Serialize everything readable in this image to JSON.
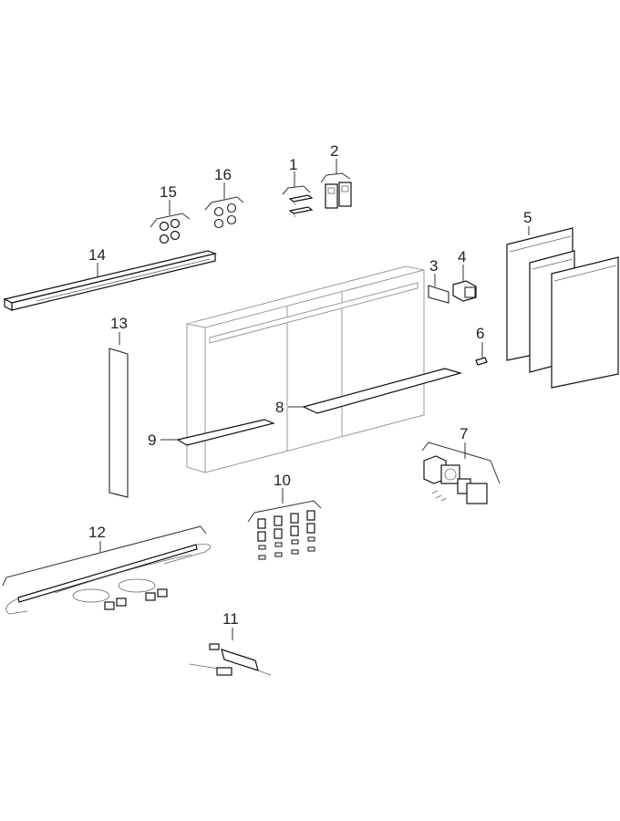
{
  "diagram": {
    "type": "exploded-parts-view",
    "callouts": [
      {
        "id": "1",
        "label": "1"
      },
      {
        "id": "2",
        "label": "2"
      },
      {
        "id": "3",
        "label": "3"
      },
      {
        "id": "4",
        "label": "4"
      },
      {
        "id": "5",
        "label": "5"
      },
      {
        "id": "6",
        "label": "6"
      },
      {
        "id": "7",
        "label": "7"
      },
      {
        "id": "8",
        "label": "8"
      },
      {
        "id": "9",
        "label": "9"
      },
      {
        "id": "10",
        "label": "10"
      },
      {
        "id": "11",
        "label": "11"
      },
      {
        "id": "12",
        "label": "12"
      },
      {
        "id": "13",
        "label": "13"
      },
      {
        "id": "14",
        "label": "14"
      },
      {
        "id": "15",
        "label": "15"
      },
      {
        "id": "16",
        "label": "16"
      }
    ],
    "colors": {
      "line": "#222222",
      "cabinet_outline": "#999999",
      "background": "#ffffff"
    }
  }
}
